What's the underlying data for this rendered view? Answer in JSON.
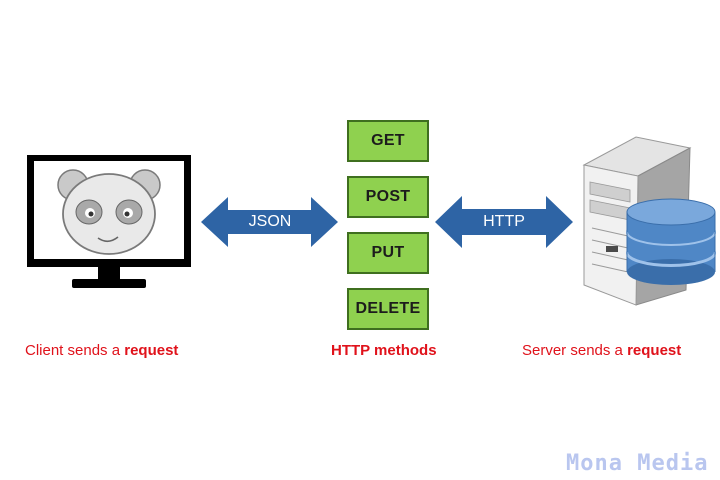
{
  "methods": [
    "GET",
    "POST",
    "PUT",
    "DELETE"
  ],
  "arrows": {
    "left_label": "JSON",
    "right_label": "HTTP"
  },
  "captions": {
    "client": {
      "prefix": "Client sends a ",
      "emphasis": "request"
    },
    "center": "HTTP methods",
    "server": {
      "prefix": "Server sends a ",
      "emphasis": "request"
    }
  },
  "watermark": "Mona Media",
  "colors": {
    "method_fill": "#8fd14f",
    "arrow_fill": "#2e64a5",
    "caption_red": "#e0121b",
    "database_blue": "#4f87c6"
  },
  "icons": [
    "monitor-icon",
    "panda-icon",
    "server-icon",
    "database-icon"
  ]
}
